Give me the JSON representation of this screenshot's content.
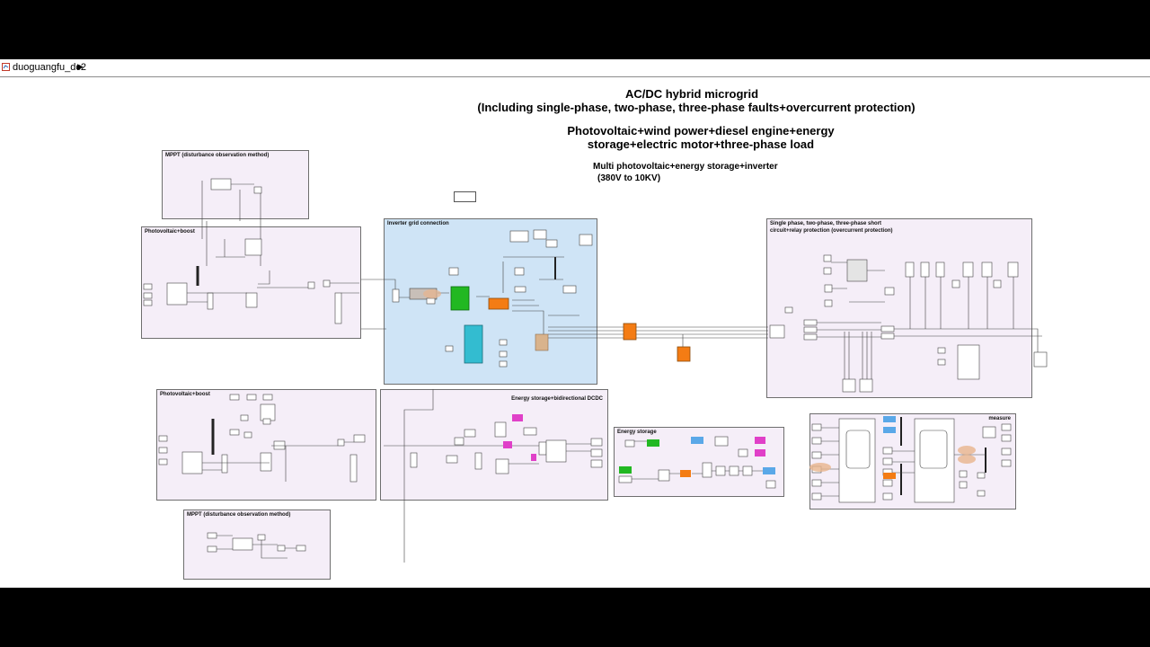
{
  "breadcrumb": {
    "model_name": "duoguangfu_dc2",
    "icon": "simulink-model-icon",
    "chevron_icon": "chevron-right-icon"
  },
  "titles": {
    "main_line1": "AC/DC hybrid microgrid",
    "main_line2": "(Including single-phase, two-phase, three-phase faults+overcurrent protection)",
    "sub_line1": "Photovoltaic+wind power+diesel engine+energy",
    "sub_line2": "storage+electric motor+three-phase load",
    "multi_line1": "Multi photovoltaic+energy storage+inverter",
    "multi_line2": "(380V to 10KV)"
  },
  "subsystems": {
    "mppt_top": "MPPT (disturbance observation method)",
    "pv_boost_top": "Photovoltaic+boost",
    "inverter": "Inverter grid connection",
    "protection_line1": "Single phase, two-phase, three-phase short",
    "protection_line2": "circuit+relay protection (overcurrent protection)",
    "pv_boost_bottom": "Photovoltaic+boost",
    "es_dcdc": "Energy storage+bidirectional DCDC",
    "energy_storage": "Energy storage",
    "measure": "measure",
    "mppt_bottom": "MPPT (disturbance observation method)"
  },
  "colors": {
    "subsystem_fill": "#f5eef8",
    "inverter_fill": "#cfe4f6",
    "igbt_green": "#22b822",
    "transformer_orange": "#f47c14",
    "control_cyan": "#33bcd0",
    "goto_magenta": "#e040c8",
    "goto_blue": "#5aa8e8",
    "load_tan": "#d9b38c"
  }
}
